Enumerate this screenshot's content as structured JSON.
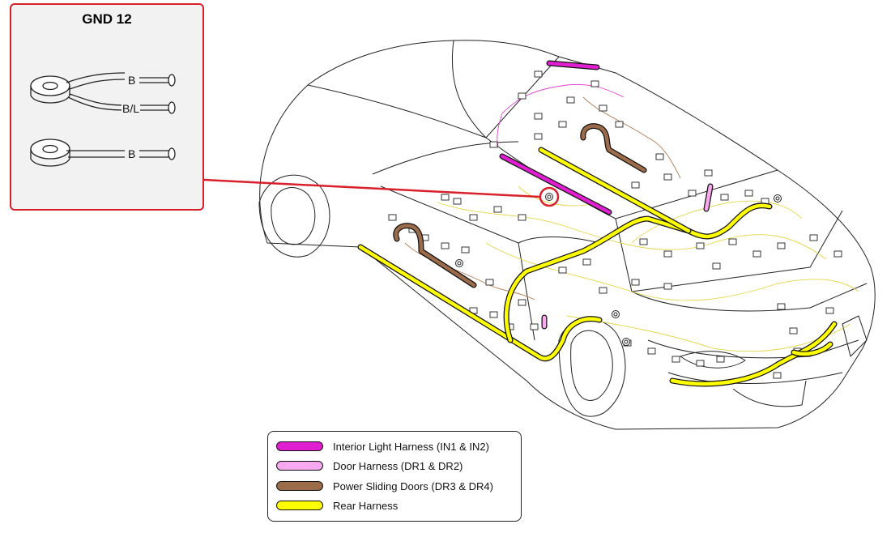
{
  "callout": {
    "title": "GND 12",
    "wires_top": [
      "B",
      "B/L"
    ],
    "wires_bottom": [
      "B"
    ]
  },
  "legend": {
    "items": [
      {
        "label": "Interior Light Harness (IN1 & IN2)",
        "color": "#e020d0"
      },
      {
        "label": "Door Harness (DR1 & DR2)",
        "color": "#f7a8ee"
      },
      {
        "label": "Power Sliding Doors (DR3 & DR4)",
        "color": "#9c6b4a"
      },
      {
        "label": "Rear Harness",
        "color": "#ffff00"
      }
    ]
  },
  "colors": {
    "callout_border": "#d9202a",
    "leader_line": "#d9202a",
    "thin_wire": "#f0e060",
    "thin_wire_brown": "#b07850",
    "thin_wire_pink": "#e040d0"
  }
}
